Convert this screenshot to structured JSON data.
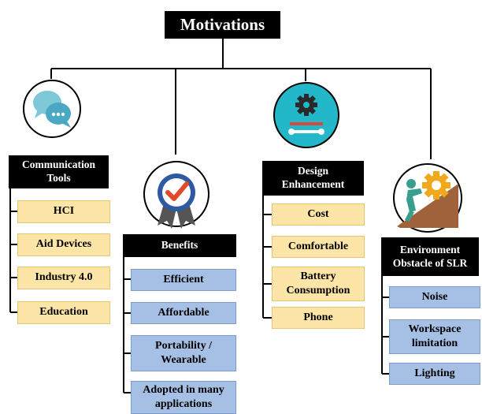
{
  "title": "Motivations",
  "colors": {
    "header_bg": "#000000",
    "header_text": "#ffffff",
    "yellow_box": "#fce5a6",
    "blue_box": "#a6bfe4",
    "connector": "#000000"
  },
  "categories": [
    {
      "label": "Communication Tools",
      "icon": "chat-bubbles-icon",
      "items": [
        "HCI",
        "Aid Devices",
        "Industry 4.0",
        "Education"
      ]
    },
    {
      "label": "Benefits",
      "icon": "check-badge-icon",
      "items": [
        "Efficient",
        "Affordable",
        "Portability / Wearable",
        "Adopted in many applications"
      ]
    },
    {
      "label": "Design Enhancement",
      "icon": "gear-tools-icon",
      "items": [
        "Cost",
        "Comfortable",
        "Battery Consumption",
        "Phone"
      ]
    },
    {
      "label": "Environment Obstacle of SLR",
      "icon": "person-pushing-gear-icon",
      "items": [
        "Noise",
        "Workspace limitation",
        "Lighting"
      ]
    }
  ]
}
